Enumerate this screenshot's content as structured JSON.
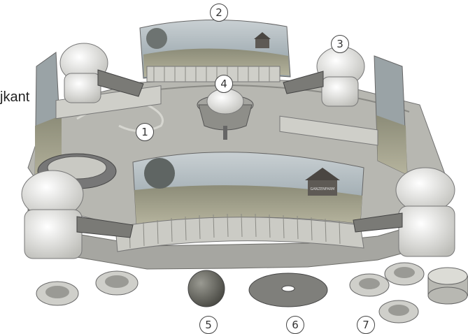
{
  "side_text": "jkant",
  "callouts": {
    "c1": "1",
    "c2": "2",
    "c3": "3",
    "c4": "4",
    "c5": "5",
    "c6": "6",
    "c7": "7"
  },
  "barn_sign": "GANZENFARM",
  "colors": {
    "ink": "#333333",
    "board": "#b9b9b4",
    "figure": "#ececea",
    "sky": "#8e9ea6",
    "field": "#9b9a80"
  }
}
